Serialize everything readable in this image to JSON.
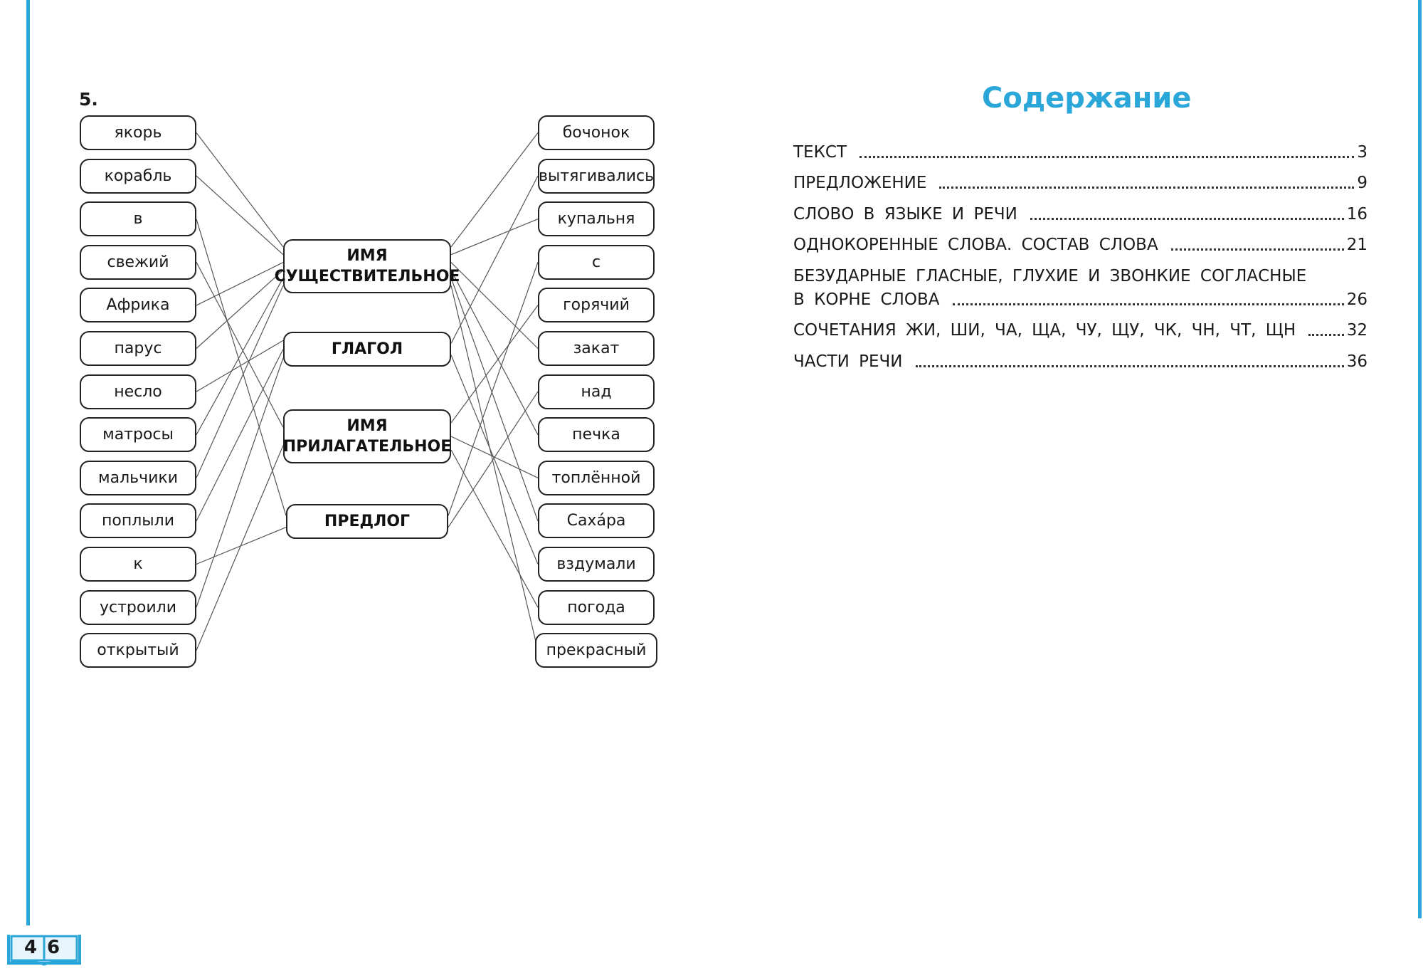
{
  "pages": {
    "left_number_first": "4",
    "left_number_second": "6"
  },
  "exercise": {
    "number": "5.",
    "left_words": [
      "якорь",
      "корабль",
      "в",
      "свежий",
      "Африка",
      "парус",
      "несло",
      "матросы",
      "мальчики",
      "поплыли",
      "к",
      "устроили",
      "открытый"
    ],
    "right_words": [
      "бочонок",
      "вытягивались",
      "купальня",
      "с",
      "горячий",
      "закат",
      "над",
      "печка",
      "топлённой",
      "Сахáра",
      "вздумали",
      "погода",
      "прекрасный"
    ],
    "parts": [
      {
        "line1": "ИМЯ",
        "line2": "СУЩЕСТВИТЕЛЬНОЕ"
      },
      {
        "line1": "ГЛАГОЛ",
        "line2": ""
      },
      {
        "line1": "ИМЯ",
        "line2": "ПРИЛАГАТЕЛЬНОЕ"
      },
      {
        "line1": "ПРЕДЛОГ",
        "line2": ""
      }
    ],
    "connections": {
      "left": [
        0,
        0,
        3,
        2,
        0,
        0,
        1,
        0,
        0,
        1,
        3,
        1,
        2
      ],
      "right": [
        0,
        1,
        0,
        3,
        2,
        0,
        3,
        0,
        2,
        0,
        1,
        2,
        0
      ]
    }
  },
  "toc": {
    "title": "Содержание",
    "entries": [
      {
        "label": "ТЕКСТ",
        "page": "3"
      },
      {
        "label": "ПРЕДЛОЖЕНИЕ",
        "page": "9"
      },
      {
        "label": "СЛОВО В ЯЗЫКЕ И РЕЧИ",
        "page": "16"
      },
      {
        "label": "ОДНОКОРЕННЫЕ СЛОВА. СОСТАВ СЛОВА",
        "page": "21"
      },
      {
        "label_line1": "БЕЗУДАРНЫЕ ГЛАСНЫЕ, ГЛУХИЕ И ЗВОНКИЕ СОГЛАСНЫЕ",
        "label": "В КОРНЕ СЛОВА",
        "page": "26"
      },
      {
        "label": "СОЧЕТАНИЯ ЖИ, ШИ, ЧА, ЩА, ЧУ, ЩУ, ЧК, ЧН, ЧТ, ЩН",
        "page": "32"
      },
      {
        "label": "ЧАСТИ РЕЧИ",
        "page": "36"
      }
    ]
  },
  "colors": {
    "accent": "#2aa6d9",
    "ink": "#1a1a1a"
  }
}
